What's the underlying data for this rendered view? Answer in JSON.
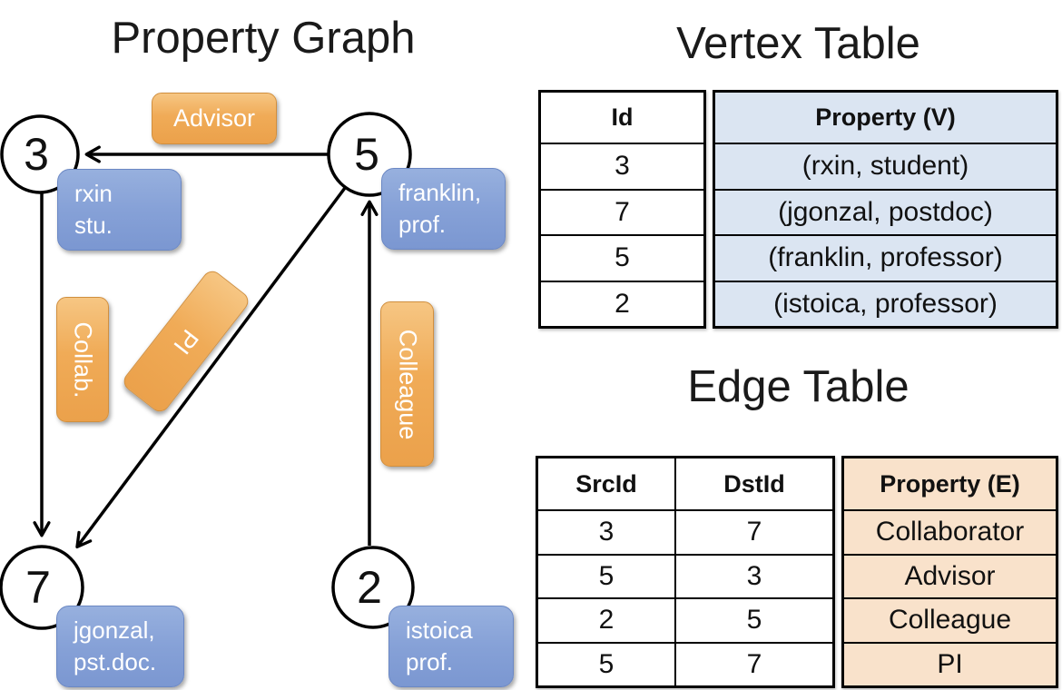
{
  "graph": {
    "title": "Property Graph",
    "nodes": [
      {
        "id": "3",
        "prop_line1": "rxin",
        "prop_line2": "stu."
      },
      {
        "id": "5",
        "prop_line1": "franklin,",
        "prop_line2": "prof."
      },
      {
        "id": "7",
        "prop_line1": "jgonzal,",
        "prop_line2": "pst.doc."
      },
      {
        "id": "2",
        "prop_line1": "istoica",
        "prop_line2": "prof."
      }
    ],
    "edges": [
      {
        "label": "Advisor",
        "src": "5",
        "dst": "3"
      },
      {
        "label": "Collab.",
        "src": "3",
        "dst": "7"
      },
      {
        "label": "PI",
        "src": "5",
        "dst": "7"
      },
      {
        "label": "Colleague",
        "src": "2",
        "dst": "5"
      }
    ]
  },
  "vertex_table": {
    "title": "Vertex Table",
    "col_id": "Id",
    "col_property": "Property (V)",
    "rows": [
      {
        "id": "3",
        "property": "(rxin, student)"
      },
      {
        "id": "7",
        "property": "(jgonzal, postdoc)"
      },
      {
        "id": "5",
        "property": "(franklin, professor)"
      },
      {
        "id": "2",
        "property": "(istoica, professor)"
      }
    ]
  },
  "edge_table": {
    "title": "Edge Table",
    "col_src": "SrcId",
    "col_dst": "DstId",
    "col_property": "Property (E)",
    "rows": [
      {
        "src": "3",
        "dst": "7",
        "property": "Collaborator"
      },
      {
        "src": "5",
        "dst": "3",
        "property": "Advisor"
      },
      {
        "src": "2",
        "dst": "5",
        "property": "Colleague"
      },
      {
        "src": "5",
        "dst": "7",
        "property": "PI"
      }
    ]
  },
  "colors": {
    "edge_badge_orange": "#f0ab57",
    "vertex_badge_blue": "#86a1d7",
    "vertex_cell_bg": "#dbe5f2",
    "edge_cell_bg": "#f9e2cb",
    "line_black": "#000000"
  }
}
